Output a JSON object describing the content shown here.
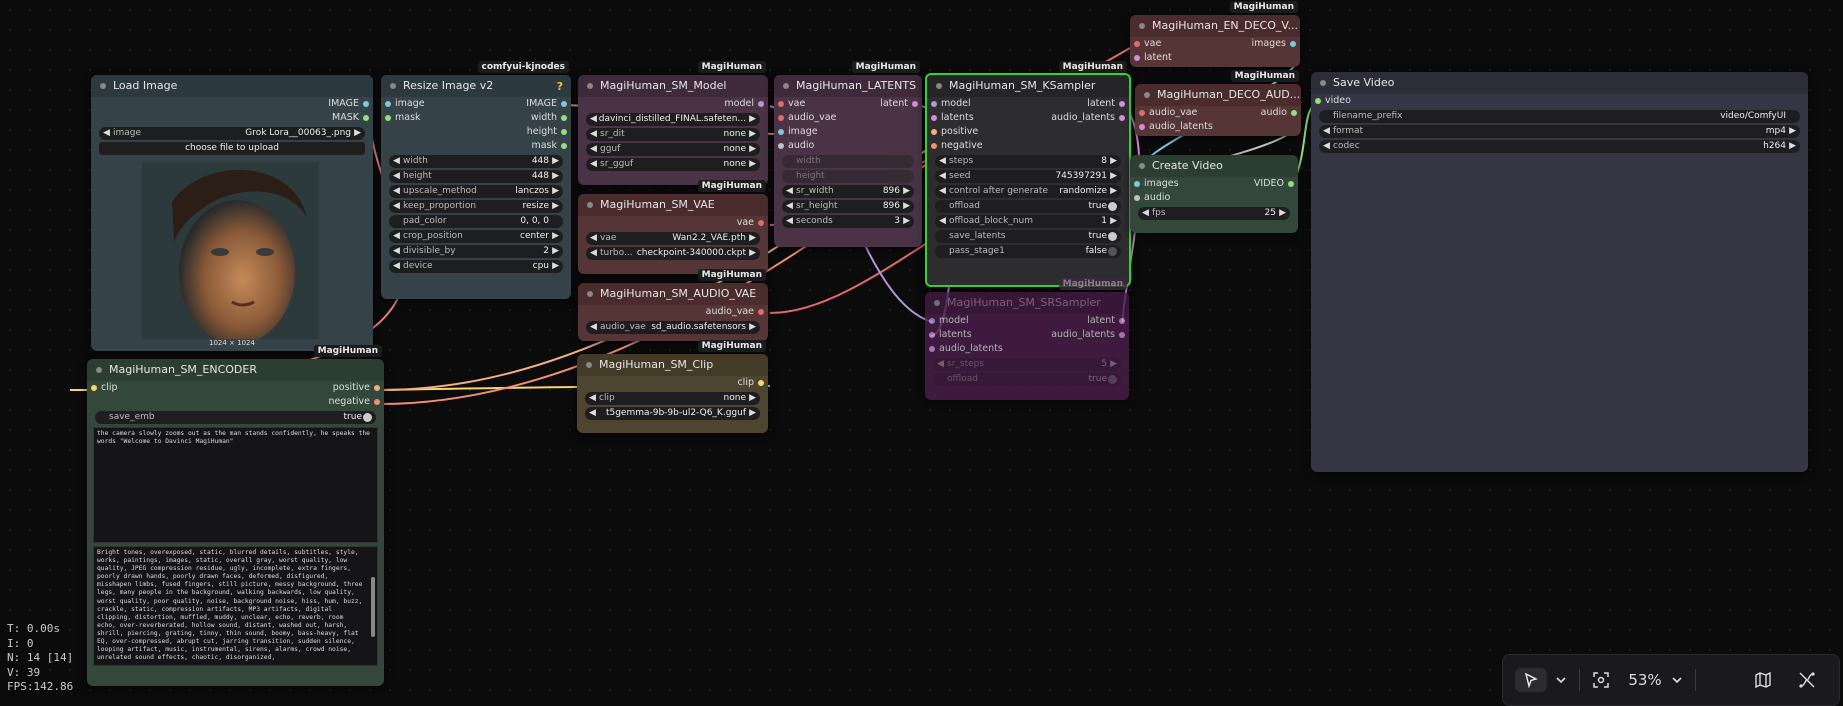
{
  "nodes": {
    "load_image": {
      "title": "Load Image",
      "out1": "IMAGE",
      "out2": "MASK",
      "w_image_label": "image",
      "w_image_value": "Grok Lora__00063_.png",
      "upload": "choose file to upload",
      "dims": "1024 × 1024"
    },
    "resize": {
      "title": "Resize Image v2",
      "badge": "comfyui-kjnodes",
      "help": "?",
      "in1": "image",
      "in2": "mask",
      "out1": "IMAGE",
      "out2": "width",
      "out3": "height",
      "out4": "mask",
      "widgets": [
        {
          "label": "width",
          "value": "448"
        },
        {
          "label": "height",
          "value": "448"
        },
        {
          "label": "upscale_method",
          "value": "lanczos"
        },
        {
          "label": "keep_proportion",
          "value": "resize"
        },
        {
          "label": "pad_color",
          "value": "0, 0, 0"
        },
        {
          "label": "crop_position",
          "value": "center"
        },
        {
          "label": "divisible_by",
          "value": "2"
        },
        {
          "label": "device",
          "value": "cpu"
        }
      ]
    },
    "model": {
      "title": "MagiHuman_SM_Model",
      "badge": "MagiHuman",
      "out1": "model",
      "widgets": [
        {
          "label": "",
          "value": "davinci_distilled_FINAL.safeten..."
        },
        {
          "label": "sr_dit",
          "value": "none"
        },
        {
          "label": "gguf",
          "value": "none"
        },
        {
          "label": "sr_gguf",
          "value": "none"
        }
      ]
    },
    "vae": {
      "title": "MagiHuman_SM_VAE",
      "badge": "MagiHuman",
      "out1": "vae",
      "widgets": [
        {
          "label": "vae",
          "value": "Wan2.2_VAE.pth"
        },
        {
          "label": "turbo...",
          "value": "checkpoint-340000.ckpt"
        }
      ]
    },
    "audio_vae": {
      "title": "MagiHuman_SM_AUDIO_VAE",
      "badge": "MagiHuman",
      "out1": "audio_vae",
      "widgets": [
        {
          "label": "audio_vae",
          "value": "sd_audio.safetensors"
        }
      ]
    },
    "clip": {
      "title": "MagiHuman_SM_Clip",
      "badge": "MagiHuman",
      "out1": "clip",
      "widgets": [
        {
          "label": "clip",
          "value": "none"
        },
        {
          "label": "",
          "value": "t5gemma-9b-9b-ul2-Q6_K.gguf"
        }
      ]
    },
    "latents": {
      "title": "MagiHuman_LATENTS",
      "badge": "MagiHuman",
      "in1": "vae",
      "in2": "audio_vae",
      "in3": "image",
      "in4": "audio",
      "out1": "latent",
      "dim1": "width",
      "dim2": "height",
      "widgets": [
        {
          "label": "sr_width",
          "value": "896"
        },
        {
          "label": "sr_height",
          "value": "896"
        },
        {
          "label": "seconds",
          "value": "3"
        }
      ]
    },
    "ksampler": {
      "title": "MagiHuman_SM_KSampler",
      "badge": "MagiHuman",
      "in1": "model",
      "in2": "latents",
      "in3": "positive",
      "in4": "negative",
      "out1": "latent",
      "out2": "audio_latents",
      "widgets": [
        {
          "label": "steps",
          "value": "8"
        },
        {
          "label": "seed",
          "value": "745397291"
        },
        {
          "label": "control after generate",
          "value": "randomize"
        },
        {
          "label": "offload",
          "value": "true"
        },
        {
          "label": "offload_block_num",
          "value": "1"
        },
        {
          "label": "save_latents",
          "value": "true"
        },
        {
          "label": "pass_stage1",
          "value": "false"
        }
      ]
    },
    "srsampler": {
      "title": "MagiHuman_SM_SRSampler",
      "badge": "MagiHuman",
      "in1": "model",
      "in2": "latents",
      "in3": "audio_latents",
      "out1": "latent",
      "out2": "audio_latents",
      "widgets": [
        {
          "label": "sr_steps",
          "value": "5"
        },
        {
          "label": "offload",
          "value": "true"
        }
      ]
    },
    "en_deco": {
      "title": "MagiHuman_EN_DECO_V...",
      "badge": "MagiHuman",
      "in1": "vae",
      "in2": "latent",
      "out1": "images"
    },
    "deco_aud": {
      "title": "MagiHuman_DECO_AUD...",
      "badge": "MagiHuman",
      "in1": "audio_vae",
      "in2": "audio_latents",
      "out1": "audio"
    },
    "create_video": {
      "title": "Create Video",
      "in1": "images",
      "in2": "audio",
      "out1": "VIDEO",
      "w_label": "fps",
      "w_value": "25"
    },
    "save_video": {
      "title": "Save Video",
      "in1": "video",
      "widgets": [
        {
          "label": "filename_prefix",
          "value": "video/ComfyUI"
        },
        {
          "label": "format",
          "value": "mp4"
        },
        {
          "label": "codec",
          "value": "h264"
        }
      ]
    },
    "encoder": {
      "title": "MagiHuman_SM_ENCODER",
      "badge": "MagiHuman",
      "in1": "clip",
      "out1": "positive",
      "out2": "negative",
      "w_label": "save_emb",
      "w_value": "true",
      "prompt": "the camera slowly zooms out as the man stands confidently, he speaks the words \"Welcome to Davinci MagiHuman\"",
      "negative": "Bright tones, overexposed, static, blurred details, subtitles, style, works, paintings, images, static, overall gray, worst quality, low quality, JPEG compression residue, ugly, incomplete, extra fingers, poorly drawn hands, poorly drawn faces, deformed, disfigured, misshapen limbs, fused fingers, still picture, messy background, three legs, many people in the background, walking backwards, low quality, worst quality, poor quality, noise, background noise, hiss, hum, buzz, crackle, static, compression artifacts, MP3 artifacts, digital clipping, distortion, muffled, muddy, unclear, echo, reverb, room echo, over-reverberated, hollow sound, distant, washed out, harsh, shrill, piercing, grating, tinny, thin sound, boomy, bass-heavy, flat EQ, over-compressed, abrupt cut, jarring transition, sudden silence, looping artifact, music, instrumental, sirens, alarms, crowd noise, unrelated sound effects, chaotic, disorganized,"
    }
  },
  "stats": {
    "t": "T: 0.00s",
    "i": "I: 0",
    "n": "N: 14 [14]",
    "v": "V: 39",
    "fps": "FPS:142.86"
  },
  "toolbar": {
    "zoom": "53%"
  }
}
